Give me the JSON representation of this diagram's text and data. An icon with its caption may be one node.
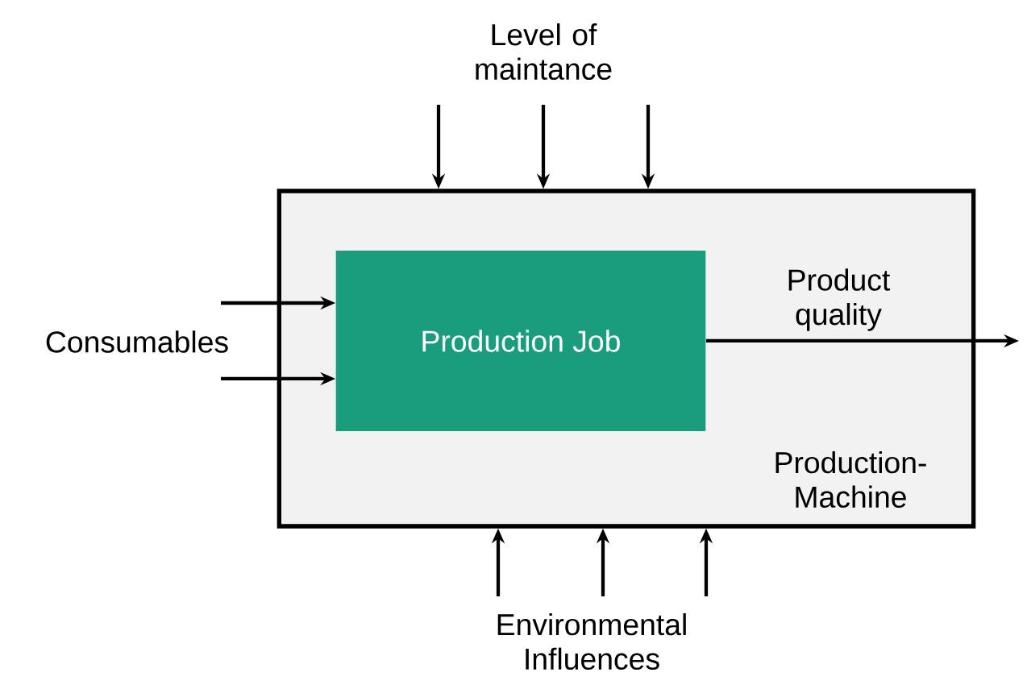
{
  "diagram": {
    "nodes": [
      {
        "text": [
          "Production-Machine"
        ]
      },
      {
        "text": [
          "Production Job"
        ],
        "in": 0
      },
      {
        "text": [
          "Level of maintance"
        ]
      },
      {
        "text": [
          "Consumables"
        ]
      },
      {
        "text": [
          "Environmental Influences"
        ]
      }
    ],
    "edges": [
      {
        "from": 2,
        "to": 0,
        "arrow": "to"
      },
      {
        "from": 2,
        "to": 0,
        "arrow": "to"
      },
      {
        "from": 2,
        "to": 0,
        "arrow": "to"
      },
      {
        "from": 3,
        "to": 1,
        "arrow": "to"
      },
      {
        "from": 3,
        "to": 1,
        "arrow": "to"
      },
      {
        "from": 4,
        "to": 0,
        "arrow": "to"
      },
      {
        "from": 4,
        "to": 0,
        "arrow": "to"
      },
      {
        "from": 4,
        "to": 0,
        "arrow": "to"
      },
      {
        "from": 1,
        "to": null,
        "arrow": "to",
        "label": "Product quality"
      }
    ]
  }
}
